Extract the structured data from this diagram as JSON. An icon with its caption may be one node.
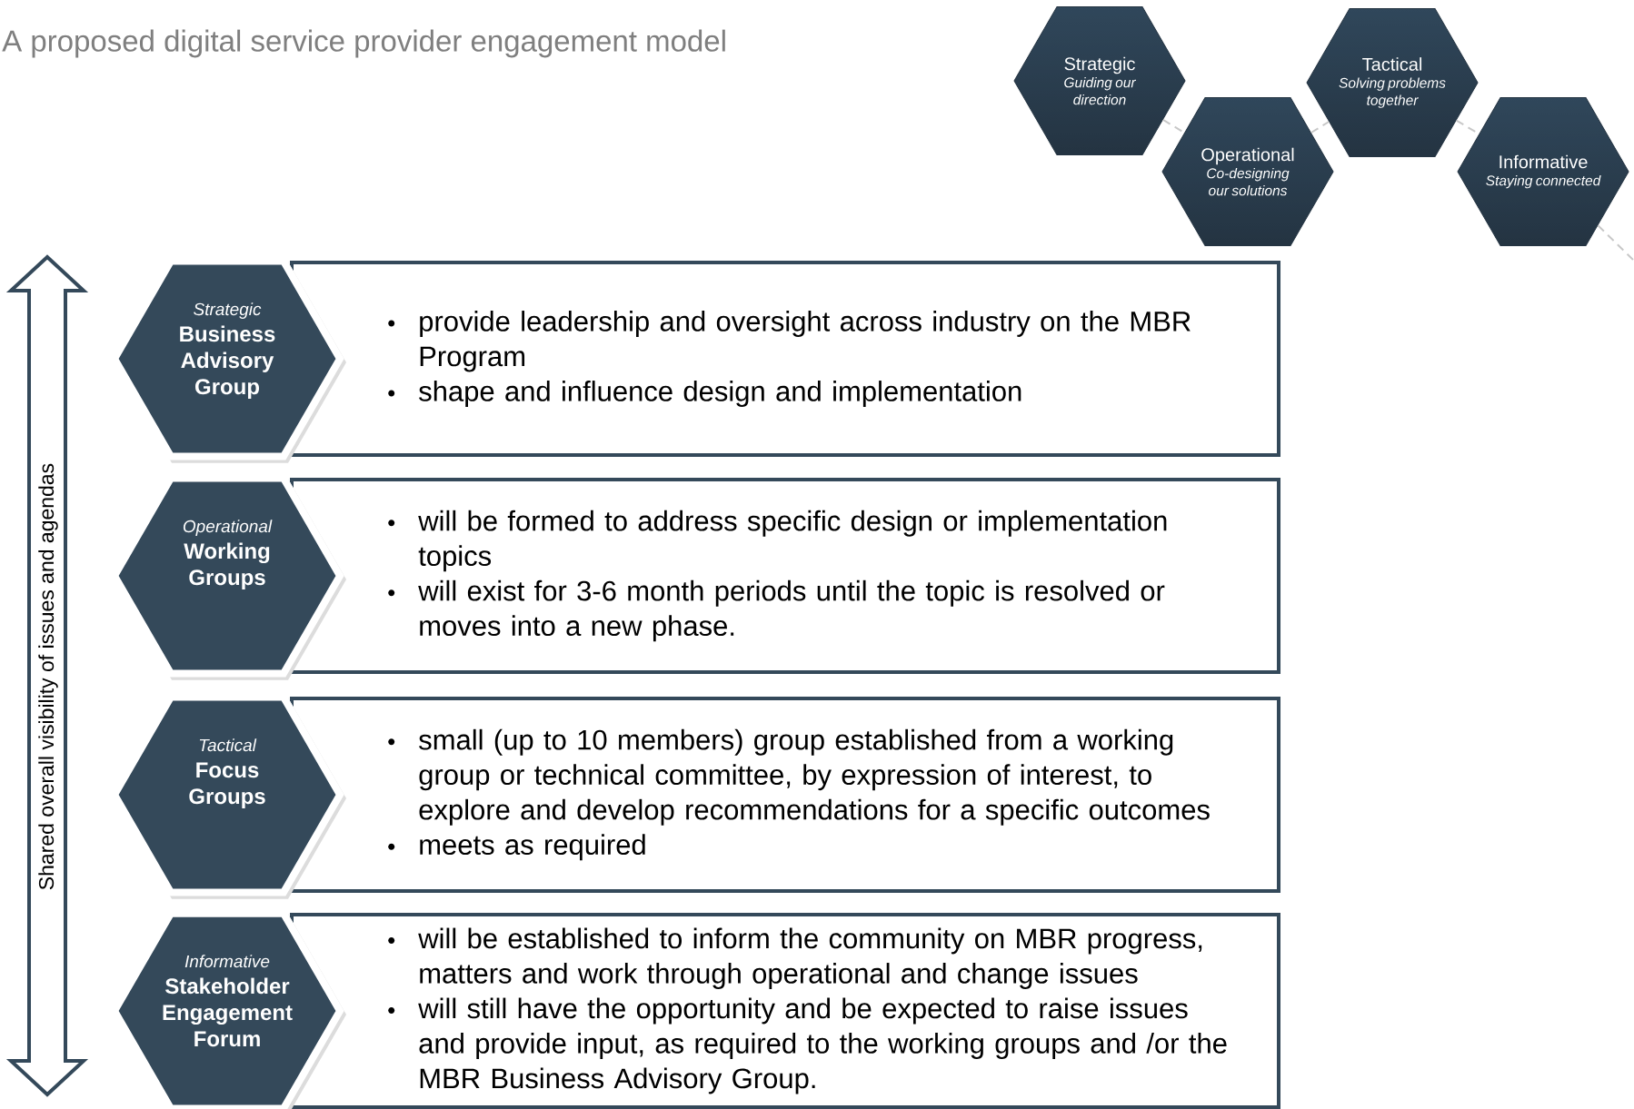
{
  "diagram": {
    "title": "A proposed digital service provider engagement model",
    "nodes": [
      {
        "text": [
          "Strategic",
          "Guiding our direction"
        ]
      },
      {
        "text": [
          "Operational",
          "Co-designing our solutions"
        ]
      },
      {
        "text": [
          "Tactical",
          "Solving problems together"
        ]
      },
      {
        "text": [
          "Informative",
          "Staying connected"
        ]
      },
      {
        "text": [
          "Strategic",
          "Business Advisory Group"
        ]
      },
      {
        "text": [
          "provide leadership and oversight across industry on the MBR Program",
          "shape and influence design and implementation"
        ]
      },
      {
        "text": [
          "Operational",
          "Working Groups"
        ]
      },
      {
        "text": [
          "will be formed to address specific design or implementation topics",
          "will exist for 3-6 month periods until the topic is resolved or moves into a new phase."
        ]
      },
      {
        "text": [
          "Tactical",
          "Focus Groups"
        ]
      },
      {
        "text": [
          "small (up to 10 members) group established from a working group or technical committee, by expression of interest, to explore and develop recommendations for a specific outcomes",
          "meets as required"
        ]
      },
      {
        "text": [
          "Informative",
          "Stakeholder Engagement Forum"
        ]
      },
      {
        "text": [
          "will be established to inform the community on MBR progress, matters and work through operational and change issues",
          "will still have the opportunity and be expected to raise issues and provide input, as required to the working groups and /or the MBR Business Advisory Group."
        ]
      }
    ],
    "edges": [
      {
        "from": 0,
        "to": 1,
        "arrow": "none",
        "style": "dashed"
      },
      {
        "from": 1,
        "to": 2,
        "arrow": "none",
        "style": "dashed"
      },
      {
        "from": 2,
        "to": 3,
        "arrow": "none",
        "style": "dashed"
      },
      {
        "from": 3,
        "to": null,
        "arrow": "none",
        "style": "dashed"
      }
    ],
    "labels": [
      "Shared overall visibility of issues and agendas"
    ]
  }
}
